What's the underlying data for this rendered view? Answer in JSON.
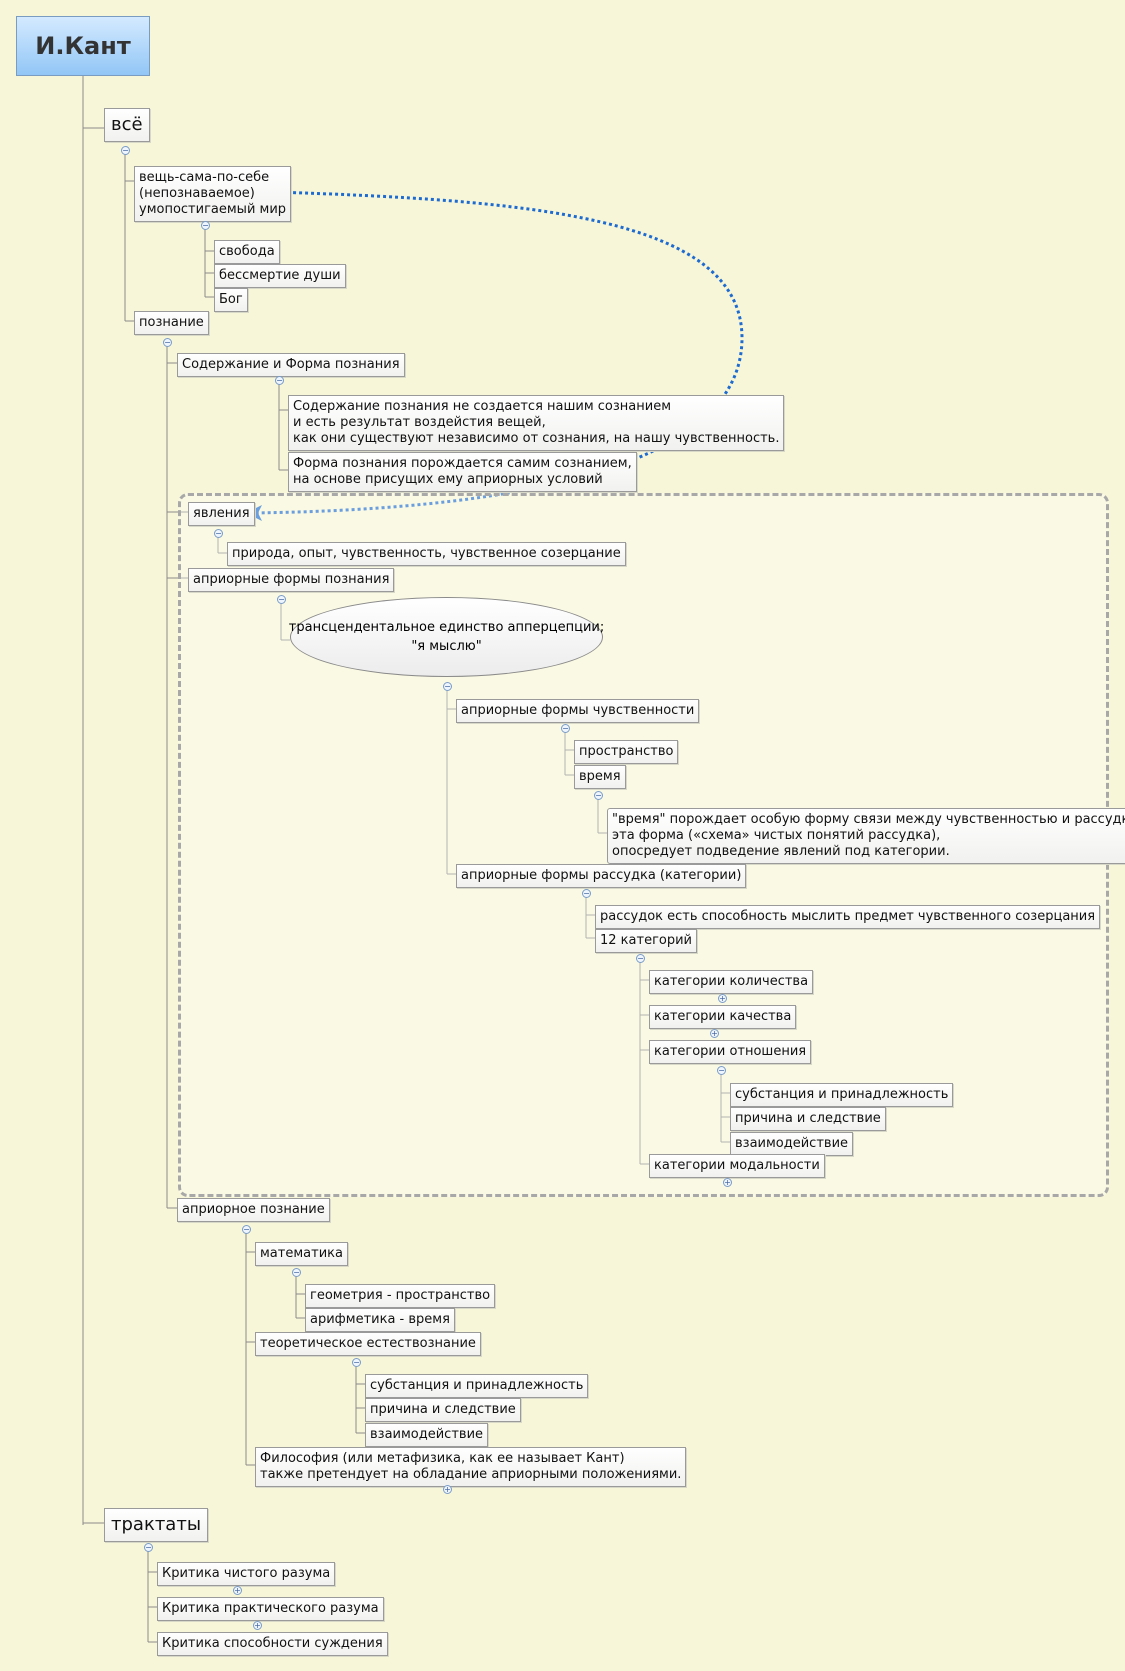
{
  "colors": {
    "background": "#f8f6d8",
    "root_fill": "#a8d2fa",
    "relationship": "#1d6bd0",
    "boundary": "#a8a8a8"
  },
  "root": "И.Кант",
  "nodes": {
    "vse": "всё",
    "thing_in_itself": "вещь-сама-по-себе\n(непознаваемое)\nумопостигаемый мир",
    "freedom": "свобода",
    "immortality": "бессмертие души",
    "god": "Бог",
    "cognition": "познание",
    "content_form": "Содержание и Форма познания",
    "content_text": "Содержание познания не создается нашим сознанием\nи есть результат воздейстия вещей,\nкак они существуют независимо от сознания, на нашу чувственность.",
    "form_text": "Форма познания порождается самим сознанием,\nна основе присущих ему априорных условий",
    "phenomena": "явления",
    "phenomena_detail": "природа, опыт, чувственность, чувственное созерцание",
    "apriori_forms": "априорные формы познания",
    "apperception": "трансцендентальное единство апперцепции;\n\"я мыслю\"",
    "forms_sensibility": "априорные формы чувственности",
    "space": "пространство",
    "time": "время",
    "time_note": "\"время\" порождает особую форму связи между чувственностью и рассудком;\nэта форма («схема» чистых понятий рассудка),\nопосредует подведение явлений под категории.",
    "forms_understanding": "априорные формы рассудка (категории)",
    "understanding_def": "рассудок есть способность мыслить предмет чувственного созерцания",
    "twelve_categories": "12 категорий",
    "cat_quantity": "категории количества",
    "cat_quality": "категории качества",
    "cat_relation": "категории отношения",
    "rel_substance": "субстанция и принадлежность",
    "rel_cause": "причина и следствие",
    "rel_interaction": "взаимодействие",
    "cat_modality": "категории модальности",
    "apriori_knowledge": "априорное познание",
    "mathematics": "математика",
    "geometry": "геометрия - пространство",
    "arithmetic": "арифметика - время",
    "natural_science": "теоретическое естествознание",
    "ns_substance": "субстанция и принадлежность",
    "ns_cause": "причина и следствие",
    "ns_interaction": "взаимодействие",
    "philosophy": "Философия (или метафизика, как ее называет Кант)\nтакже претендует на обладание априорными положениями.",
    "treatises": "трактаты",
    "critique_pure": "Критика чистого разума",
    "critique_practical": "Критика практического разума",
    "critique_judgment": "Критика способности суждения"
  }
}
